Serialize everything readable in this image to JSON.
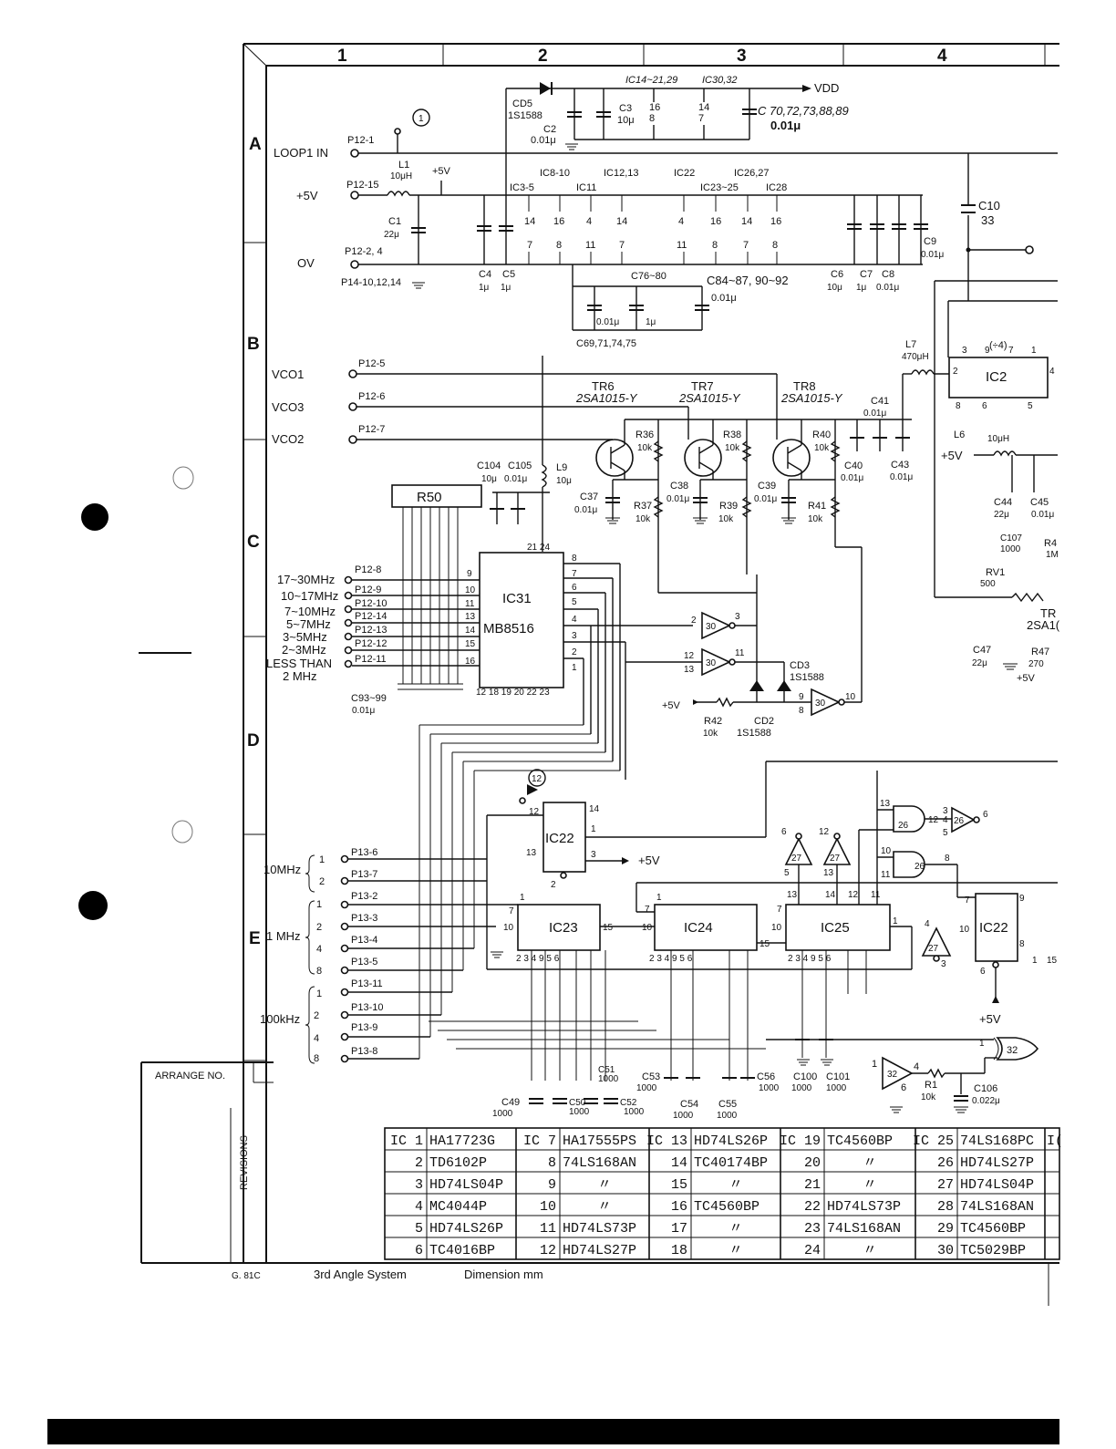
{
  "grid": {
    "columns": [
      "1",
      "2",
      "3",
      "4"
    ],
    "rows": [
      "A",
      "B",
      "C",
      "D",
      "E"
    ]
  },
  "power": {
    "vdd_ics": "IC14~21,29",
    "vdd_ics2": "IC30,32",
    "vdd": "VDD",
    "vdd_pins_a": "16",
    "vdd_pins_a2": "8",
    "vdd_pins_b": "14",
    "vdd_pins_b2": "7",
    "c70": "C 70,72,73,88,89",
    "c70_val": "0.01μ",
    "cd5": "CD5",
    "cd5_part": "1S1588",
    "c2": "C2",
    "c2_val": "0.01μ",
    "c3": "C3",
    "c3_val": "10μ",
    "loop_in": "LOOP1 IN",
    "p12_1": "P12-1",
    "plus5": "+5V",
    "p12_15": "P12-15",
    "l1": "L1",
    "l1_val": "10μH",
    "l1_5v": "+5V",
    "c1": "C1",
    "c1_val": "22μ",
    "ov": "OV",
    "p12_24": "P12-2, 4",
    "p14": "P14-10,12,14",
    "ic_groups": [
      "IC3-5",
      "IC8-10",
      "IC11",
      "IC12,13",
      "IC22",
      "IC23~25",
      "IC26,27",
      "IC28"
    ],
    "vcc_pins": [
      "14",
      "16",
      "4",
      "14",
      "4",
      "16",
      "14",
      "16"
    ],
    "gnd_pins": [
      "7",
      "8",
      "11",
      "7",
      "11",
      "8",
      "7",
      "8"
    ],
    "c4": "C4",
    "c4_val": "1μ",
    "c5": "C5",
    "c5_val": "1μ",
    "c76": "C76~80",
    "c84": "C84~87, 90~92",
    "c84_val": "0.01μ",
    "c_a": "0.01μ",
    "c_b": "1μ",
    "c69": "C69,71,74,75",
    "c6": "C6",
    "c6_val": "10μ",
    "c7": "C7",
    "c7_val": "1μ",
    "c8": "C8",
    "c8_val": "0.01μ",
    "c9": "C9",
    "c9_val": "0.01μ",
    "c10": "C10",
    "c10_val": "33"
  },
  "vco": {
    "vco1": "VCO1",
    "vco3": "VCO3",
    "vco2": "VCO2",
    "p12_5": "P12-5",
    "p12_6": "P12-6",
    "p12_7": "P12-7",
    "tr6": "TR6",
    "tr7": "TR7",
    "tr8": "TR8",
    "tr_part": "2SA1015-Y",
    "r36": "R36",
    "r38": "R38",
    "r40": "R40",
    "r_val": "10k",
    "r37": "R37",
    "r39": "R39",
    "r41": "R41",
    "c37": "C37",
    "c38": "C38",
    "c39": "C39",
    "c40": "C40",
    "c41": "C41",
    "c43": "C43",
    "cap_val": "0.01μ",
    "c104": "C104",
    "c104_val": "10μ",
    "c105": "C105",
    "c105_val": "0.01μ",
    "l9": "L9",
    "l9_val": "10μ",
    "l7": "L7",
    "l7_val": "470μH",
    "ic2": "IC2",
    "div4": "(÷4)",
    "ic2_pins": [
      "3",
      "9",
      "7",
      "1",
      "2",
      "4",
      "8",
      "6",
      "5"
    ],
    "l6": "L6",
    "l6_val": "10μH",
    "l6_5v": "+5V",
    "c44": "C44",
    "c44_val": "22μ",
    "c45": "C45",
    "c45_val": "0.01μ",
    "c107": "C107",
    "c107_val": "1000",
    "r4x": "R4",
    "r4x_val": "1M",
    "rv1": "RV1",
    "rv1_val": "500",
    "tr_r": "TR",
    "tr_r_part": "2SA1(",
    "c47": "C47",
    "c47_val": "22μ",
    "r47": "R47",
    "r47_val": "270",
    "r47_5v": "+5V"
  },
  "band": {
    "r50": "R50",
    "bands": [
      "17~30MHz",
      "10~17MHz",
      "7~10MHz",
      "5~7MHz",
      "3~5MHz",
      "2~3MHz",
      "LESS THAN"
    ],
    "band_last2": "2 MHz",
    "pins": [
      "P12-8",
      "P12-9",
      "P12-10",
      "P12-14",
      "P12-13",
      "P12-12",
      "P12-11"
    ],
    "ic31": "IC31",
    "ic31_part": "MB8516",
    "ic31_in": [
      "9",
      "10",
      "11",
      "13",
      "14",
      "15",
      "16"
    ],
    "ic31_out": [
      "8",
      "7",
      "6",
      "5",
      "4",
      "3",
      "2",
      "1"
    ],
    "ic31_top": "21 24",
    "ic31_bot": "12 18 19 20 22 23",
    "c93": "C93~99",
    "c93_val": "0.01μ",
    "g30": "30",
    "g_pins": [
      "2",
      "3",
      "12",
      "11",
      "13",
      "9",
      "8",
      "10"
    ],
    "cd3": "CD3",
    "cd3_part": "1S1588",
    "cd2": "CD2",
    "cd2_part": "1S1588",
    "r42": "R42",
    "r42_val": "10k",
    "r42_5v": "+5V"
  },
  "counter": {
    "tp12": "12",
    "tp1": "1",
    "mhz10": "10MHz",
    "mhz1": "1 MHz",
    "khz100": "100kHz",
    "p13_pins": [
      "P13-6",
      "P13-7",
      "P13-2",
      "P13-3",
      "P13-4",
      "P13-5",
      "P13-11",
      "P13-10",
      "P13-9",
      "P13-8"
    ],
    "bcd": [
      "1",
      "2",
      "1",
      "2",
      "4",
      "8",
      "1",
      "2",
      "4",
      "8"
    ],
    "ic22": "IC22",
    "ic22_pins": [
      "12",
      "14",
      "1",
      "13",
      "3",
      "2"
    ],
    "ic22_5v": "+5V",
    "ic23": "IC23",
    "ic24": "IC24",
    "ic25": "IC25",
    "cnt_pins": "2 3 4 9 5 6",
    "p10": "10",
    "p7": "7",
    "p15": "15",
    "p1": "1",
    "g27": "27",
    "g26": "26",
    "g32": "32",
    "ic22b": "IC22",
    "ic22b_pins": [
      "7",
      "9",
      "10",
      "8",
      "6",
      "15",
      "1"
    ],
    "ic22b_5v": "+5V",
    "c49": "C49",
    "c50": "C50",
    "c51": "C51",
    "c52": "C52",
    "c53": "C53",
    "c54": "C54",
    "c55": "C55",
    "c56": "C56",
    "c100": "C100",
    "c101": "C101",
    "c1000": "1000",
    "r1": "R1",
    "r1_val": "10k",
    "c106": "C106",
    "c106_val": "0.022μ",
    "g26_pins": [
      "13",
      "12",
      "3",
      "4",
      "5",
      "6",
      "10",
      "11",
      "8"
    ],
    "g27_pins": [
      "6",
      "5",
      "12",
      "13",
      "14",
      "12",
      "11",
      "4",
      "3"
    ]
  },
  "frame": {
    "arrange": "ARRANGE NO.",
    "revisions": "REVISIONS",
    "footer_code": "G. 81C",
    "footer_angle": "3rd Angle System",
    "footer_dim": "Dimension mm"
  },
  "ic_table": {
    "rows": [
      [
        "IC 1",
        "HA17723G",
        "IC 7",
        "HA17555PS",
        "IC 13",
        "HD74LS26P",
        "IC 19",
        "TC4560BP",
        "IC 25",
        "74LS168PC"
      ],
      [
        "2",
        "TD6102P",
        "8",
        "74LS168AN",
        "14",
        "TC40174BP",
        "20",
        "〃",
        "26",
        "HD74LS27P"
      ],
      [
        "3",
        "HD74LS04P",
        "9",
        "〃",
        "15",
        "〃",
        "21",
        "〃",
        "27",
        "HD74LS04P"
      ],
      [
        "4",
        "MC4044P",
        "10",
        "〃",
        "16",
        "TC4560BP",
        "22",
        "HD74LS73P",
        "28",
        "74LS168AN"
      ],
      [
        "5",
        "HD74LS26P",
        "11",
        "HD74LS73P",
        "17",
        "〃",
        "23",
        "74LS168AN",
        "29",
        "TC4560BP"
      ],
      [
        "6",
        "TC4016BP",
        "12",
        "HD74LS27P",
        "18",
        "〃",
        "24",
        "〃",
        "30",
        "TC5029BP"
      ]
    ],
    "extra_col": "I("
  }
}
